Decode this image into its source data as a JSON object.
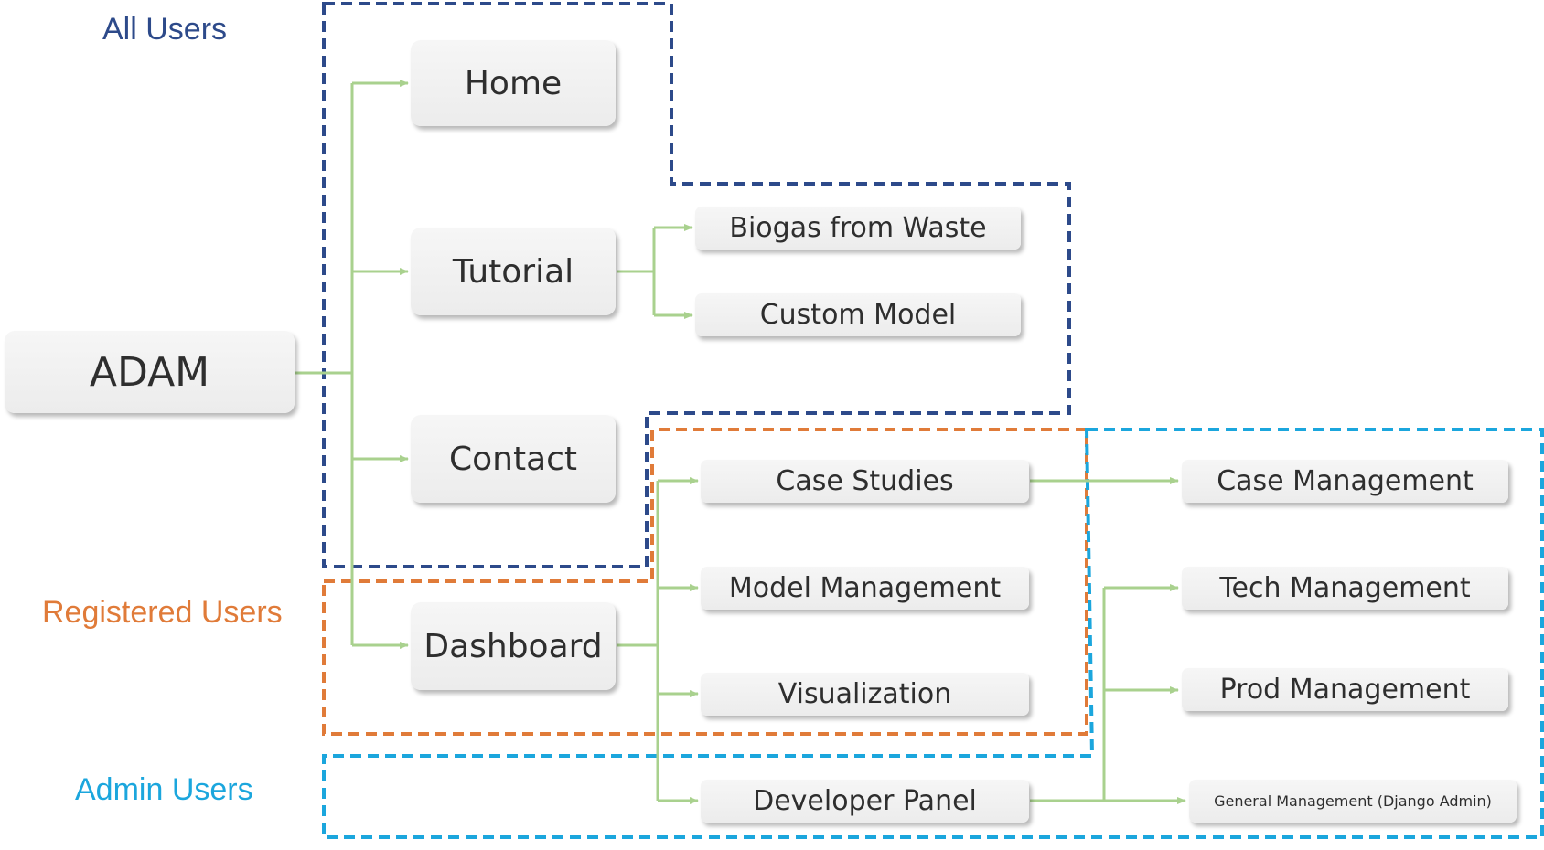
{
  "groups": {
    "all_users": {
      "label": "All Users",
      "color": "#2d4a8a"
    },
    "registered_users": {
      "label": "Registered Users",
      "color": "#e07b39"
    },
    "admin_users": {
      "label": "Admin Users",
      "color": "#1ba6dd"
    }
  },
  "connector_color": "#a9d18e",
  "nodes": {
    "adam": "ADAM",
    "home": "Home",
    "tutorial": "Tutorial",
    "contact": "Contact",
    "dashboard": "Dashboard",
    "biogas_from_waste": "Biogas from Waste",
    "custom_model": "Custom Model",
    "case_studies": "Case Studies",
    "model_management": "Model Management",
    "visualization": "Visualization",
    "developer_panel": "Developer Panel",
    "case_management": "Case Management",
    "tech_management": "Tech Management",
    "prod_management": "Prod Management",
    "general_management": "General Management (Django Admin)"
  }
}
